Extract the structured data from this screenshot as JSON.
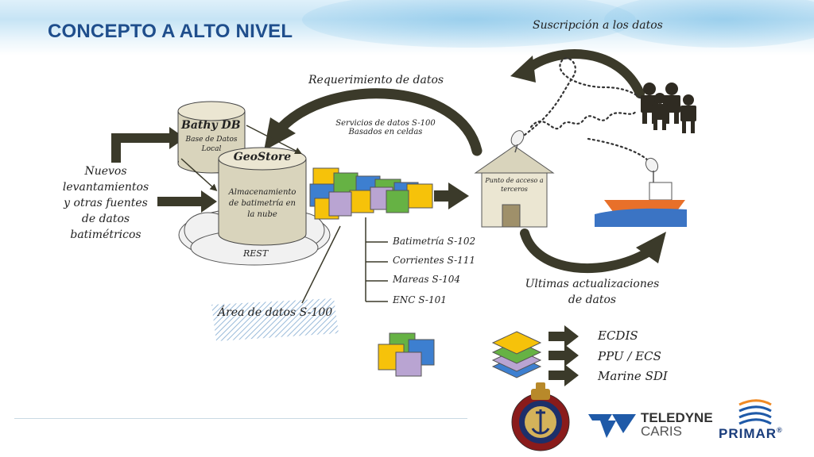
{
  "title": "CONCEPTO A ALTO NIVEL",
  "labels": {
    "subscription": "Suscripción a los datos",
    "data_request": "Requerimiento de datos",
    "services_line1": "Servicios de datos S-100",
    "services_line2": "Basados en celdas",
    "bathy_db": "Bathy DB",
    "bathy_db_sub1": "Base de Datos",
    "bathy_db_sub2": "Local",
    "geostore": "GeoStore",
    "geostore_sub1": "Almacenamiento",
    "geostore_sub2": "de batimetría en",
    "geostore_sub3": "la nube",
    "rest": "REST",
    "new_surveys_1": "Nuevos",
    "new_surveys_2": "levantamientos",
    "new_surveys_3": "y otras fuentes",
    "new_surveys_4": "de datos",
    "new_surveys_5": "batimétricos",
    "access_point_1": "Punto de acceso a",
    "access_point_2": "terceros",
    "latest_updates_1": "Ultimas actualizaciones",
    "latest_updates_2": "de datos",
    "data_area": "Área de datos S-100"
  },
  "products": [
    "Batimetría S-102",
    "Corrientes S-111",
    "Mareas S-104",
    "ENC S-101"
  ],
  "outputs": [
    "ECDIS",
    "PPU / ECS",
    "Marine SDI"
  ],
  "logos": {
    "teledyne_1": "TELEDYNE",
    "teledyne_2": "CARIS",
    "primar": "PRIMAR",
    "primar_mark": "®"
  },
  "colors": {
    "title": "#1f4e8c",
    "arrow": "#3b3a2a",
    "cylinder": "#d9d4bc",
    "cell_yellow": "#f6c20a",
    "cell_green": "#66b244",
    "cell_blue": "#3d7fd0",
    "cell_purple": "#b9a4d2",
    "ship_orange": "#e8702a",
    "sea_blue": "#3b74c4"
  }
}
